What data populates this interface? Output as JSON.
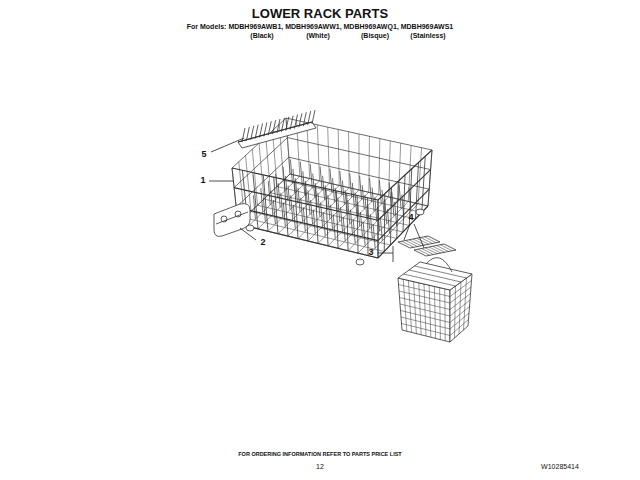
{
  "diagram": {
    "title": "LOWER RACK PARTS",
    "labels": [
      "For Models: MDBH969AWB1, MDBH969AWW1, MDBH969AWQ1, MDBH969AWS1",
      "(Black)",
      "(White)",
      "(Bisque)",
      "(Stainless)",
      "5",
      "1",
      "2",
      "3",
      "4",
      "FOR ORDERING INFORMATION REFER TO PARTS PRICE LIST",
      "12",
      "W10285414"
    ]
  }
}
